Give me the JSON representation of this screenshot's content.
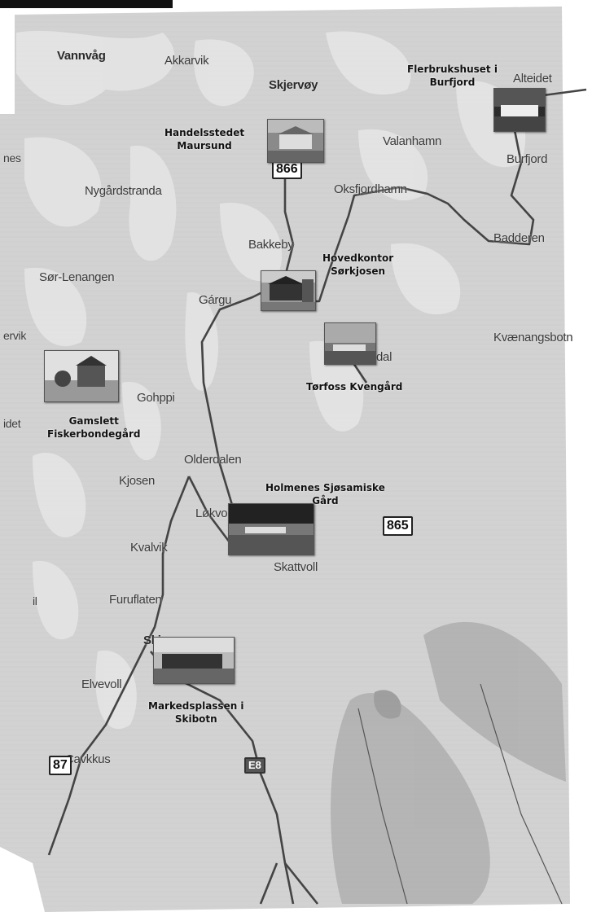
{
  "map": {
    "places": {
      "vannvag": "Vannvåg",
      "akkarvik": "Akkarvik",
      "skjervoy": "Skjervøy",
      "alteidet": "Alteidet",
      "valanhamn": "Valanhamn",
      "burfjord": "Burfjord",
      "nes": "nes",
      "nygardstranda": "Nygårdstranda",
      "oksfjordhamn": "Oksfjordhamn",
      "badderen": "Badderen",
      "bakkeby": "Bakkeby",
      "sor_lenangen": "Sør-Lenangen",
      "gargu": "Gárgu",
      "ervik": "ervik",
      "kvaenangsbotn": "Kvænangsbotn",
      "dal": "dal",
      "gohppi": "Gohppi",
      "idet": "idet",
      "olderdalen": "Olderdalen",
      "kjosen": "Kjosen",
      "lokvoll": "Løkvo",
      "kvalvik": "Kvalvik",
      "skattvoll": "Skattvoll",
      "il": "il",
      "furuflaten": "Furuflaten",
      "skibotn": "Ski",
      "elvevoll": "Elvevoll",
      "cavkkus": "Cavkkus"
    },
    "routes": {
      "r866": "866",
      "r865": "865",
      "e8": "E8",
      "r87": "87"
    },
    "pois": [
      {
        "line1": "Flerbrukshuset i",
        "line2": "Burfjord"
      },
      {
        "line1": "Handelsstedet",
        "line2": "Maursund"
      },
      {
        "line1": "Hovedkontor",
        "line2": "Sørkjosen"
      },
      {
        "line1": "Tørfoss Kvengård",
        "line2": ""
      },
      {
        "line1": "Gamslett",
        "line2": "Fiskerbondegård"
      },
      {
        "line1": "Holmenes Sjøsamiske",
        "line2": "Gård"
      },
      {
        "line1": "Markedsplassen i",
        "line2": "Skibotn"
      }
    ]
  }
}
